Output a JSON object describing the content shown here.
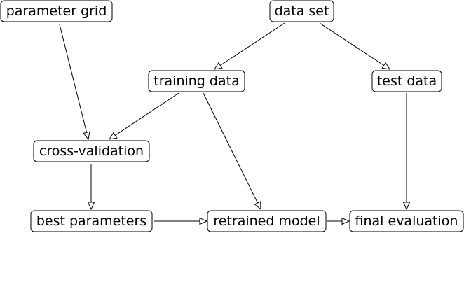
{
  "nodes": {
    "parameter_grid": "parameter grid",
    "data_set": "data set",
    "training_data": "training data",
    "test_data": "test data",
    "cross_validation": "cross-validation",
    "best_parameters": "best parameters",
    "retrained_model": "retrained model",
    "final_evaluation": "final evaluation"
  },
  "edges": [
    {
      "from": "data_set",
      "to": "training_data"
    },
    {
      "from": "data_set",
      "to": "test_data"
    },
    {
      "from": "parameter_grid",
      "to": "cross_validation"
    },
    {
      "from": "training_data",
      "to": "cross_validation"
    },
    {
      "from": "training_data",
      "to": "retrained_model"
    },
    {
      "from": "test_data",
      "to": "final_evaluation"
    },
    {
      "from": "cross_validation",
      "to": "best_parameters"
    },
    {
      "from": "best_parameters",
      "to": "retrained_model"
    },
    {
      "from": "retrained_model",
      "to": "final_evaluation"
    }
  ]
}
